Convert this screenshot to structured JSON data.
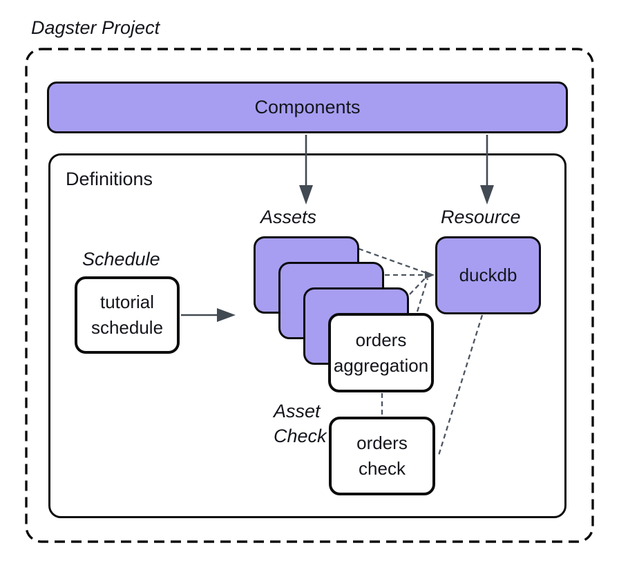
{
  "title": "Dagster Project",
  "components": {
    "label": "Components"
  },
  "definitions": {
    "label": "Definitions"
  },
  "labels": {
    "schedule": "Schedule",
    "assets": "Assets",
    "resource": "Resource",
    "asset_check": "Asset Check"
  },
  "nodes": {
    "tutorial_schedule": {
      "label": "tutorial schedule",
      "category": "Schedule"
    },
    "asset_stack_count": 3,
    "orders_aggregation": {
      "label": "orders aggregation",
      "category": "Assets"
    },
    "duckdb": {
      "label": "duckdb",
      "category": "Resource"
    },
    "orders_check": {
      "label": "orders check",
      "category": "Asset Check"
    }
  },
  "edges": [
    {
      "from": "Components",
      "to": "Assets",
      "style": "solid-arrow"
    },
    {
      "from": "Components",
      "to": "Resource",
      "style": "solid-arrow"
    },
    {
      "from": "tutorial schedule",
      "to": "Assets",
      "style": "solid-arrow"
    },
    {
      "from": "asset stack",
      "to": "duckdb",
      "style": "dashed-arrow"
    },
    {
      "from": "orders aggregation",
      "to": "duckdb",
      "style": "dashed-arrow"
    },
    {
      "from": "orders aggregation",
      "to": "orders check",
      "style": "dashed"
    },
    {
      "from": "duckdb",
      "to": "orders check",
      "style": "dashed"
    }
  ],
  "colors": {
    "node_purple": "#A79EF2",
    "outline": "#0B0B0B",
    "arrow": "#424A53",
    "dashed_line": "#4C5560"
  }
}
